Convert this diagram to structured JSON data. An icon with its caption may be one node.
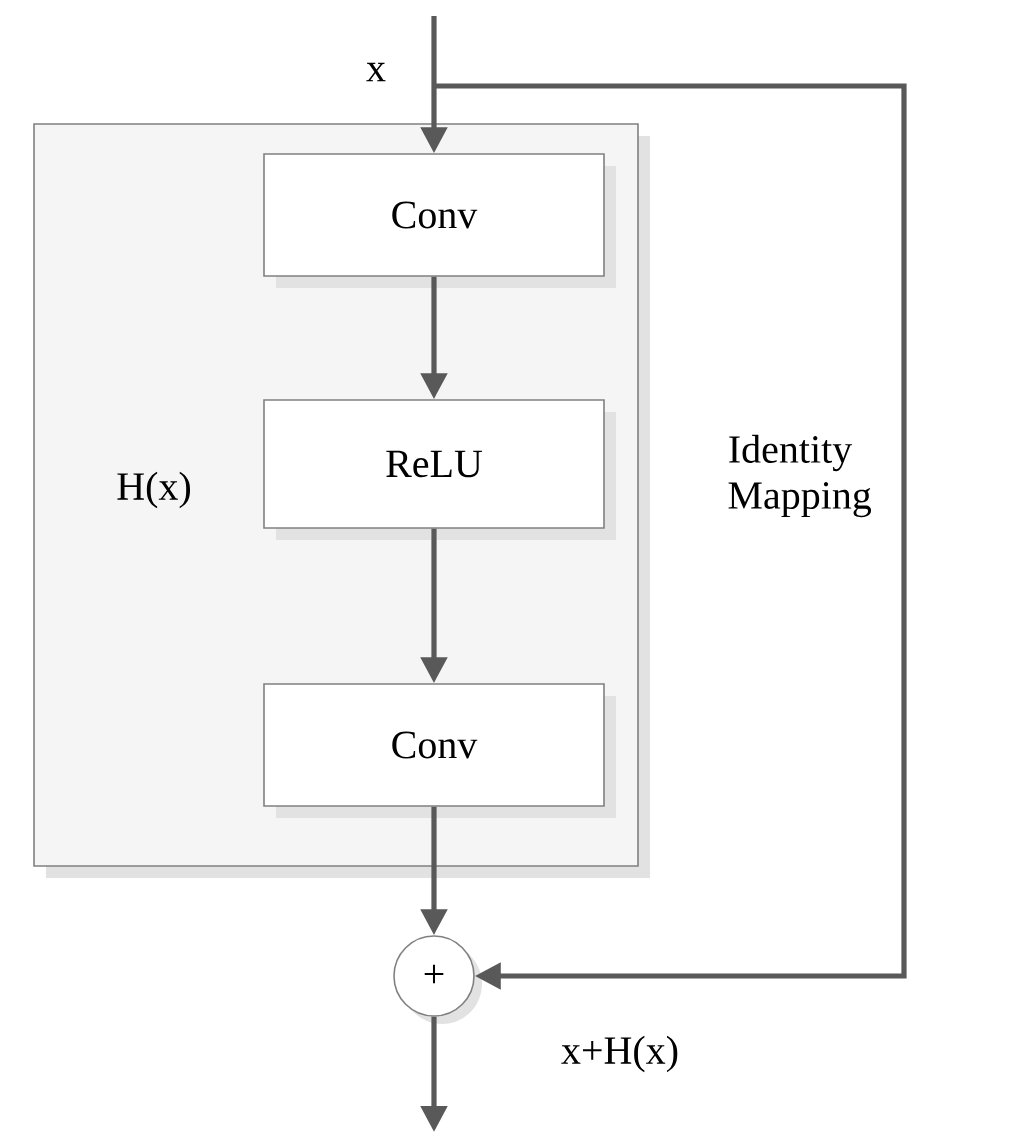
{
  "diagram": {
    "nodes": [
      {
        "text": [
          "H(x)"
        ]
      },
      {
        "text": [
          "Conv"
        ],
        "in": 0
      },
      {
        "text": [
          "ReLU"
        ],
        "in": 0
      },
      {
        "text": [
          "Conv"
        ],
        "in": 0
      },
      {
        "text": [
          "+"
        ]
      }
    ],
    "edges": [
      {
        "from": null,
        "to": 1,
        "arrow": "to",
        "label": "x"
      },
      {
        "from": 1,
        "to": 2,
        "arrow": "to"
      },
      {
        "from": 2,
        "to": 3,
        "arrow": "to"
      },
      {
        "from": 3,
        "to": 4,
        "arrow": "to"
      },
      {
        "from": null,
        "to": 4,
        "arrow": "to",
        "label": "Identity Mapping"
      },
      {
        "from": 4,
        "to": null,
        "arrow": "to",
        "label": "x+H(x)"
      }
    ]
  }
}
